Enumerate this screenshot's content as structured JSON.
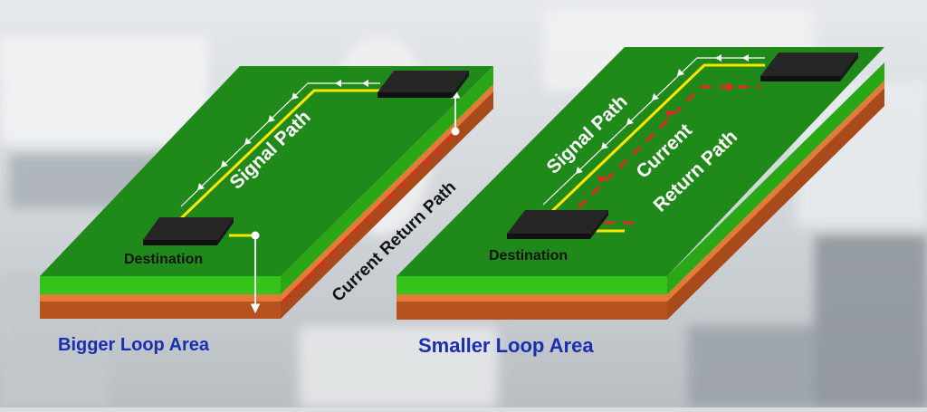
{
  "colors": {
    "board_top": "#1f8a1a",
    "board_side": "#35c21a",
    "board_edge": "#1a6e14",
    "copper_layer": "#e37a35",
    "substrate_layer": "#a94a1c",
    "chip": "#262626",
    "signal_trace": "#ffe600",
    "return_path": "#e42a20",
    "caption": "#1a2fb0"
  },
  "left_panel": {
    "signal_label": "Signal Path",
    "destination_label": "Destination",
    "return_label": "Current Return Path",
    "caption": "Bigger Loop Area"
  },
  "right_panel": {
    "signal_label": "Signal Path",
    "destination_label": "Destination",
    "return_label_line1": "Current",
    "return_label_line2": "Return Path",
    "caption": "Smaller Loop Area"
  }
}
